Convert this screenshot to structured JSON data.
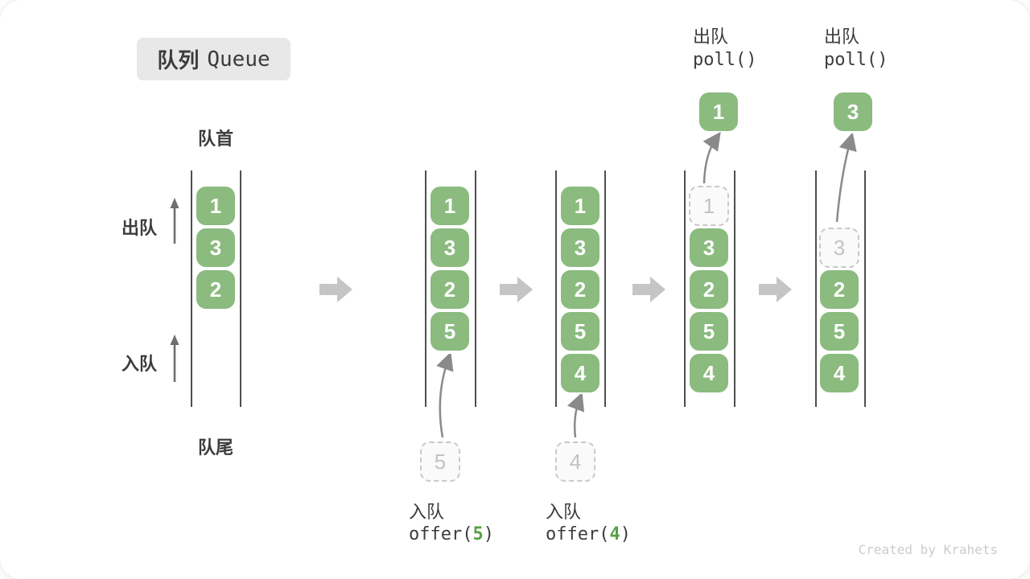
{
  "title": {
    "zh": "队列",
    "en": "Queue"
  },
  "side_labels": {
    "front": "队首",
    "rear": "队尾",
    "dequeue": "出队",
    "enqueue": "入队"
  },
  "operations": {
    "enqueue_5": {
      "label": "入队",
      "code_open": "offer(",
      "arg": "5",
      "code_close": ")"
    },
    "enqueue_4": {
      "label": "入队",
      "code_open": "offer(",
      "arg": "4",
      "code_close": ")"
    },
    "poll_1": {
      "label": "出队",
      "code": "poll()",
      "result": "1"
    },
    "poll_3": {
      "label": "出队",
      "code": "poll()",
      "result": "3"
    }
  },
  "states": [
    {
      "cells": [
        "1",
        "3",
        "2"
      ]
    },
    {
      "cells": [
        "1",
        "3",
        "2",
        "5"
      ],
      "incoming": "5"
    },
    {
      "cells": [
        "1",
        "3",
        "2",
        "5",
        "4"
      ],
      "incoming": "4"
    },
    {
      "removed": "1",
      "cells": [
        "3",
        "2",
        "5",
        "4"
      ]
    },
    {
      "removed": "3",
      "cells": [
        "2",
        "5",
        "4"
      ]
    }
  ],
  "watermark": "Created by Krahets",
  "colors": {
    "cell_green": "#8bbb7e",
    "code_arg_green": "#58a046",
    "block_arrow_gray": "#c5c5c5",
    "curve_arrow_gray": "#8a8a8a",
    "wall_gray": "#4f4f4f",
    "text_dark": "#3c3c3c",
    "dashed_border_gray": "#c9c9c9",
    "title_bg_gray": "#e8e8e8"
  }
}
